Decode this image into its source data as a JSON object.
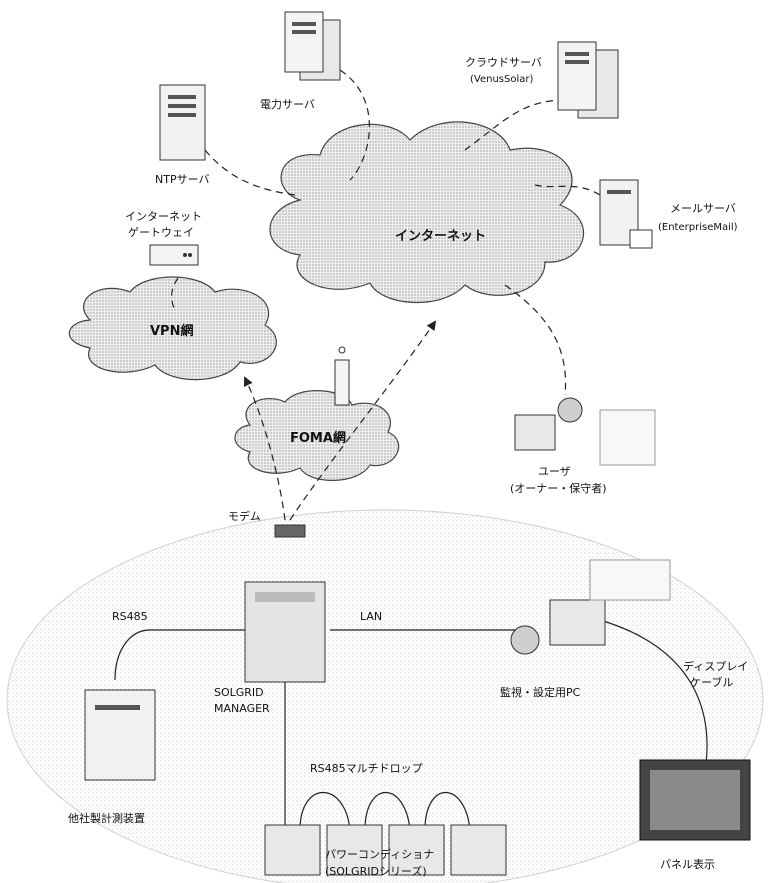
{
  "labels": {
    "power_server": "電力サーバ",
    "ntp_server": "NTPサーバ",
    "cloud_server": "クラウドサーバ",
    "cloud_server_sub": "(VenusSolar)",
    "mail_server": "メールサーバ",
    "mail_server_sub": "(EnterpriseMail)",
    "internet_gateway_1": "インターネット",
    "internet_gateway_2": "ゲートウェイ",
    "internet": "インターネット",
    "vpn": "VPN網",
    "foma": "FOMA網",
    "user_1": "ユーザ",
    "user_2": "(オーナー・保守者)",
    "modem": "モデム",
    "rs485": "RS485",
    "lan": "LAN",
    "solgrid_1": "SOLGRID",
    "solgrid_2": "MANAGER",
    "rs485_multidrop": "RS485マルチドロップ",
    "display_cable_1": "ディスプレイ",
    "display_cable_2": "ケーブル",
    "monitor_pc": "監視・設定用PC",
    "meter": "他社製計測装置",
    "pcs_1": "パワーコンディショナ",
    "pcs_2": "(SOLGRIDシリーズ)",
    "panel_display": "パネル表示"
  }
}
